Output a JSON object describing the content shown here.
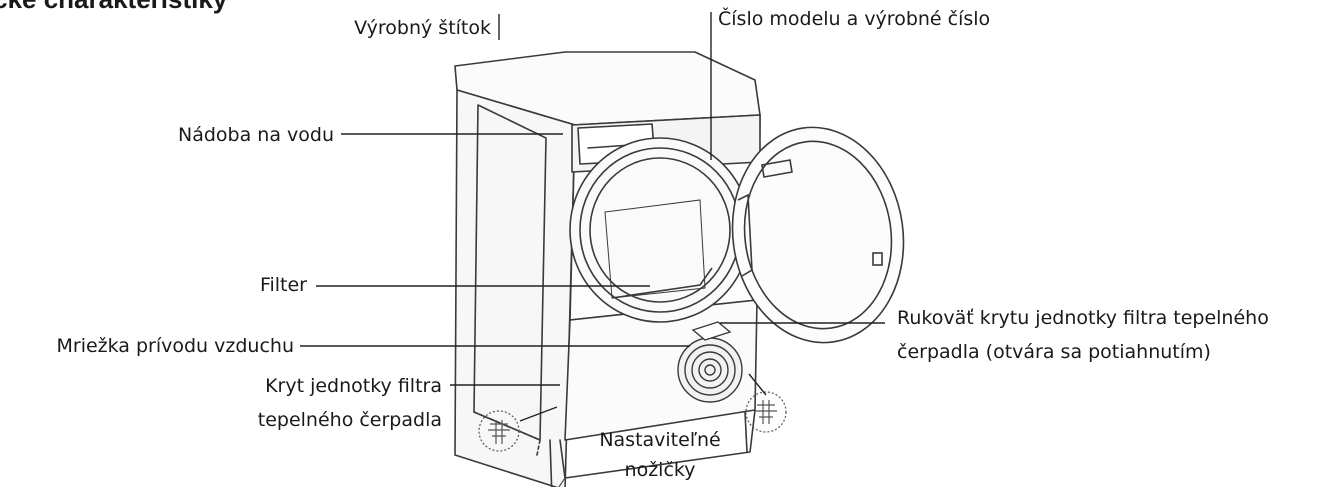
{
  "heading": "nické charakteristiky",
  "labels": {
    "rating_plate": "Výrobný štítok",
    "model_serial": "Číslo modelu a výrobné číslo",
    "water_container": "Nádoba na vodu",
    "filter": "Filter",
    "air_inlet_grille": "Mriežka prívodu vzduchu",
    "heat_pump_cover_line1": "Kryt jednotky filtra",
    "heat_pump_cover_line2": "tepelného čerpadla",
    "cover_handle_line1": "Rukoväť krytu jednotky filtra tepelného",
    "cover_handle_line2": "čerpadla (otvára sa potiahnutím)",
    "feet_line1": "Nastaviteľné",
    "feet_line2": "nožičky"
  },
  "colors": {
    "text": "#1a1a1a",
    "line": "#222222",
    "drawing": "#3a3a3a"
  }
}
